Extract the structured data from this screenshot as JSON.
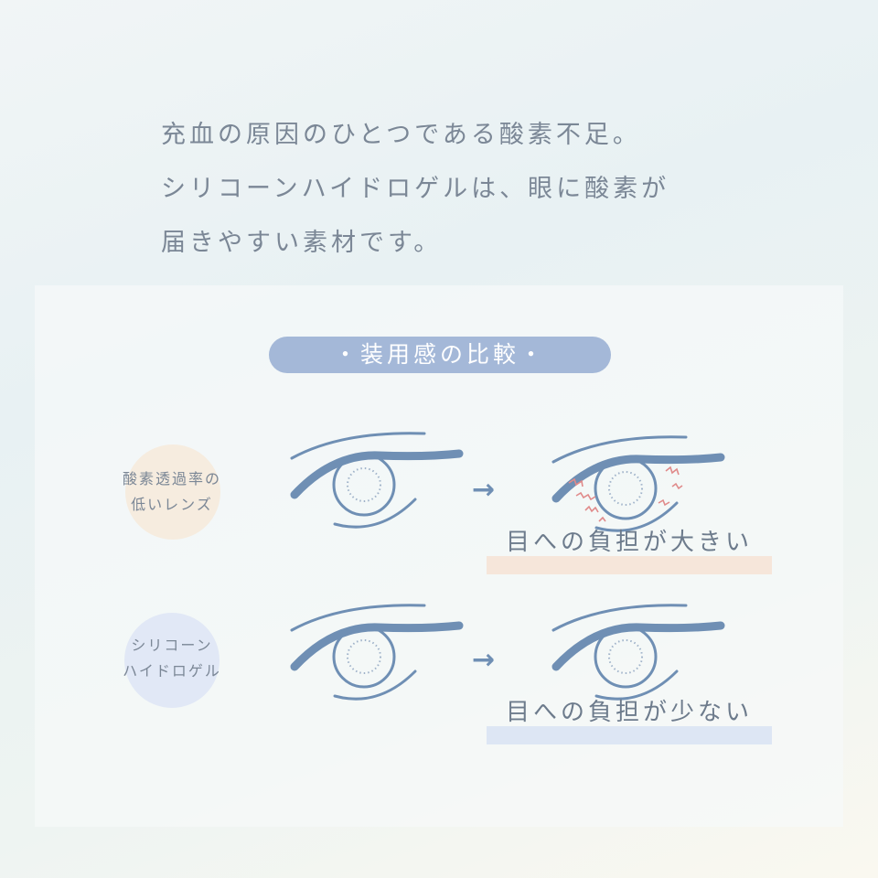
{
  "headline": [
    "充血の原因のひとつである酸素不足。",
    "シリコーンハイドロゲルは、眼に酸素が",
    "届きやすい素材です。"
  ],
  "section_title": "・装用感の比較・",
  "rows": [
    {
      "label_lines": [
        "酸素透過率の",
        "低いレンズ"
      ],
      "result": "目への負担が大きい",
      "circle_color": "#f6ecdf",
      "bar_color": "#f6e6da",
      "irritated": true
    },
    {
      "label_lines": [
        "シリコーン",
        "ハイドロゲル"
      ],
      "result": "目への負担が少ない",
      "circle_color": "#e1e8f6",
      "bar_color": "#dde6f4",
      "irritated": false
    }
  ],
  "arrow": "→",
  "colors": {
    "eye": "#6f8fb4",
    "irritation": "#e08a8a",
    "text": "#7b8796"
  }
}
